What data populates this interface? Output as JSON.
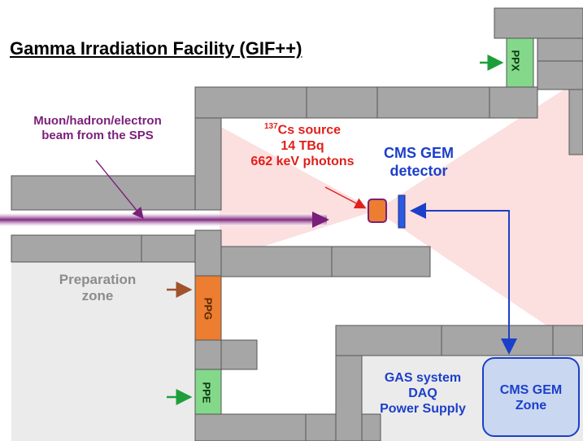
{
  "title": "Gamma Irradiation Facility (GIF++)",
  "beam": {
    "line1": "Muon/hadron/electron",
    "line2": "beam from the SPS"
  },
  "source": {
    "super": "137",
    "line1_rest": "Cs source",
    "line2": "14 TBq",
    "line3": "662 keV photons"
  },
  "detector": {
    "line1": "CMS GEM",
    "line2": "detector"
  },
  "preparation": {
    "line1": "Preparation",
    "line2": "zone"
  },
  "doors": {
    "ppx": "PPX",
    "ppg": "PPG",
    "ppe": "PPE"
  },
  "gas": {
    "line1": "GAS system",
    "line2": "DAQ",
    "line3": "Power Supply"
  },
  "cms_zone": {
    "line1": "CMS GEM",
    "line2": "Zone"
  },
  "colors": {
    "wall": "#a6a6a6",
    "wall_border": "#555555",
    "beam": "#7a1f7a",
    "cone": "#fcd9d9",
    "source": "#ed7d31",
    "detector": "#1c3fc9",
    "door_green": "#84d88a",
    "door_orange": "#ed7d31",
    "zone_fill": "#c9d7f0",
    "prep_bg": "#ebebeb",
    "text_red": "#e0201b",
    "text_blue": "#1c3fc9",
    "text_purple": "#7a1f7a",
    "text_gray": "#8c8c8c"
  }
}
